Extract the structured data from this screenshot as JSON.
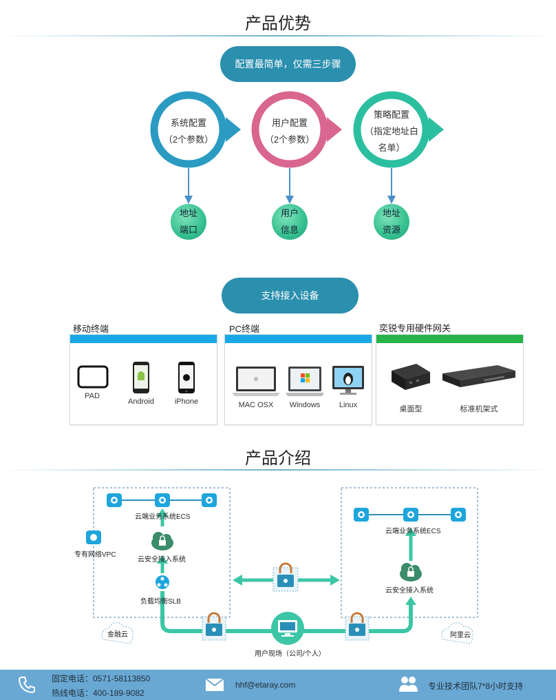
{
  "advantages": {
    "title": "产品优势",
    "config_pill": "配置最简单，仅需三步骤",
    "steps": [
      {
        "line1": "系统配置",
        "line2": "（2个参数）",
        "line3": "",
        "color": "#2b9bc2",
        "bubble1": "地址",
        "bubble2": "端口"
      },
      {
        "line1": "用户配置",
        "line2": "（2个参数）",
        "line3": "",
        "color": "#d9668f",
        "bubble1": "用户",
        "bubble2": "信息"
      },
      {
        "line1": "策略配置",
        "line2": "（指定地址白",
        "line3": "名单）",
        "color": "#2bbfa0",
        "bubble1": "地址",
        "bubble2": "资源"
      }
    ],
    "devices_pill": "支持接入设备"
  },
  "devices": {
    "groups": [
      {
        "title": "移动终端",
        "bar_color": "#1aa8e6",
        "items": [
          {
            "label": "PAD",
            "icon": "tablet-icon"
          },
          {
            "label": "Android",
            "icon": "android-phone-icon"
          },
          {
            "label": "iPhone",
            "icon": "iphone-icon"
          }
        ]
      },
      {
        "title": "PC终端",
        "bar_color": "#1aa8e6",
        "items": [
          {
            "label": "MAC OSX",
            "icon": "macbook-icon"
          },
          {
            "label": "Windows",
            "icon": "windows-laptop-icon"
          },
          {
            "label": "Linux",
            "icon": "linux-monitor-icon"
          }
        ]
      },
      {
        "title": "奕锐专用硬件网关",
        "bar_color": "#27b34a",
        "items": [
          {
            "label": "桌面型",
            "icon": "desktop-gateway-icon"
          },
          {
            "label": "标准机架式",
            "icon": "rack-gateway-icon"
          }
        ]
      }
    ]
  },
  "intro": {
    "title": "产品介绍",
    "left": {
      "ecs": "云端业务系统ECS",
      "vpc": "专有网络VPC",
      "security": "云安全接入系统",
      "slb": "负载均衡SLB",
      "cloud": "金融云"
    },
    "right": {
      "ecs": "云端业务系统ECS",
      "security": "云安全接入系统",
      "cloud": "阿里云"
    },
    "user_site": "用户现场（公司/个人）",
    "flow_color": "#3cc6a6"
  },
  "footer": {
    "fixed_phone": "固定电话：0571-58113850",
    "hotline": "热线电话：400-189-9082",
    "email": "hhf@etaray.com",
    "support": "专业技术团队7*8小时支持"
  }
}
